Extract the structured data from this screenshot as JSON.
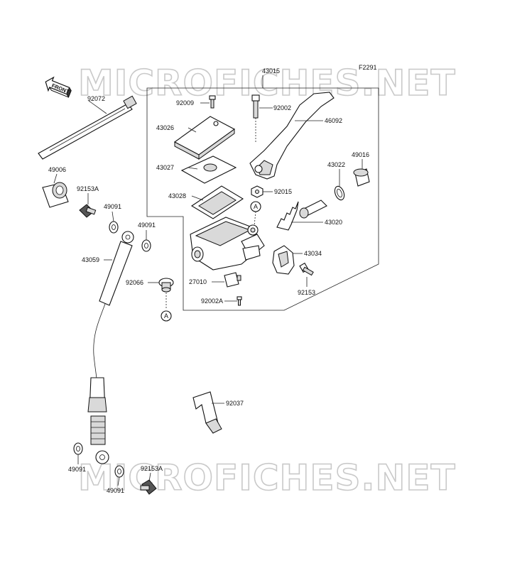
{
  "figure_code": "F2291",
  "watermark": "MICROFICHES.NET",
  "front_label": "FRONT",
  "section_marker": "A",
  "labels": [
    {
      "id": "43015",
      "text": "43015"
    },
    {
      "id": "92072",
      "text": "92072"
    },
    {
      "id": "92009",
      "text": "92009"
    },
    {
      "id": "92002",
      "text": "92002"
    },
    {
      "id": "46092",
      "text": "46092"
    },
    {
      "id": "43026",
      "text": "43026"
    },
    {
      "id": "49016",
      "text": "49016"
    },
    {
      "id": "43022",
      "text": "43022"
    },
    {
      "id": "43027",
      "text": "43027"
    },
    {
      "id": "49006",
      "text": "49006"
    },
    {
      "id": "92015",
      "text": "92015"
    },
    {
      "id": "43028",
      "text": "43028"
    },
    {
      "id": "92153A-top",
      "text": "92153A"
    },
    {
      "id": "49091-a",
      "text": "49091"
    },
    {
      "id": "43020",
      "text": "43020"
    },
    {
      "id": "49091-b",
      "text": "49091"
    },
    {
      "id": "43034",
      "text": "43034"
    },
    {
      "id": "43059",
      "text": "43059"
    },
    {
      "id": "92066",
      "text": "92066"
    },
    {
      "id": "27010",
      "text": "27010"
    },
    {
      "id": "92153",
      "text": "92153"
    },
    {
      "id": "92002A",
      "text": "92002A"
    },
    {
      "id": "92037",
      "text": "92037"
    },
    {
      "id": "92153A-bottom",
      "text": "92153A"
    },
    {
      "id": "49091-c",
      "text": "49091"
    },
    {
      "id": "49091-d",
      "text": "49091"
    }
  ]
}
